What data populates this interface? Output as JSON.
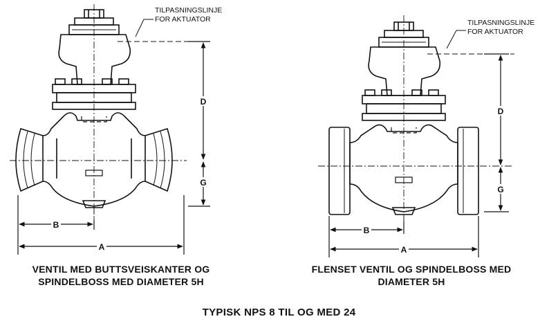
{
  "diagrams": {
    "left": {
      "note_line1": "TILPASNINGSLINJE",
      "note_line2": "FOR AKTUATOR",
      "dim_a": "A",
      "dim_b": "B",
      "dim_d": "D",
      "dim_g": "G",
      "caption_line1": "VENTIL MED BUTTSVEISKANTER OG",
      "caption_line2": "SPINDELBOSS MED DIAMETER 5H"
    },
    "right": {
      "note_line1": "TILPASNINGSLINJE",
      "note_line2": "FOR AKTUATOR",
      "dim_a": "A",
      "dim_b": "B",
      "dim_d": "D",
      "dim_g": "G",
      "caption_line1": "FLENSET VENTIL OG SPINDELBOSS MED",
      "caption_line2": "DIAMETER 5H"
    }
  },
  "title": "TYPISK NPS 8 TIL OG MED 24",
  "colors": {
    "ink": "#111111",
    "background": "#ffffff"
  }
}
